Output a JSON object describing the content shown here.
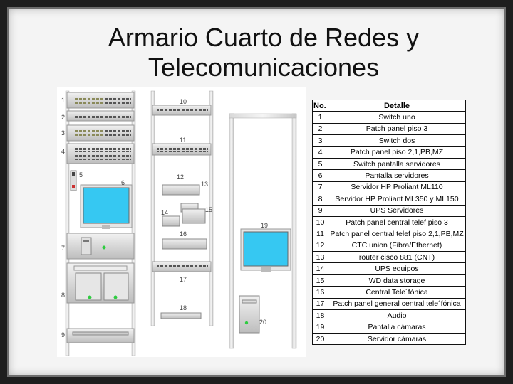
{
  "slide": {
    "title_line1": "Armario Cuarto de Redes y",
    "title_line2": "Telecomunicaciones"
  },
  "rack_labels": [
    "1",
    "2",
    "3",
    "4",
    "5",
    "6",
    "7",
    "8",
    "9",
    "10",
    "11",
    "12",
    "13",
    "14",
    "15",
    "16",
    "17",
    "18",
    "19",
    "20"
  ],
  "legend": {
    "header_no": "No.",
    "header_detail": "Detalle",
    "rows": [
      {
        "no": "1",
        "detail": "Switch uno"
      },
      {
        "no": "2",
        "detail": "Patch panel piso 3"
      },
      {
        "no": "3",
        "detail": "Switch dos"
      },
      {
        "no": "4",
        "detail": "Patch panel piso 2,1,PB,MZ"
      },
      {
        "no": "5",
        "detail": "Switch pantalla servidores"
      },
      {
        "no": "6",
        "detail": "Pantalla servidores"
      },
      {
        "no": "7",
        "detail": "Servidor HP Proliant ML110"
      },
      {
        "no": "8",
        "detail": "Servidor HP Proliant ML350 y ML150"
      },
      {
        "no": "9",
        "detail": "UPS Servidores"
      },
      {
        "no": "10",
        "detail": "Patch panel central telef piso 3"
      },
      {
        "no": "11",
        "detail": "Patch panel central telef piso 2,1,PB,MZ"
      },
      {
        "no": "12",
        "detail": "CTC union (Fibra/Ethernet)"
      },
      {
        "no": "13",
        "detail": "router cisco 881 (CNT)"
      },
      {
        "no": "14",
        "detail": "UPS equipos"
      },
      {
        "no": "15",
        "detail": "WD data storage"
      },
      {
        "no": "16",
        "detail": "Central Tele´fónica"
      },
      {
        "no": "17",
        "detail": "Patch panel general central tele´fónica"
      },
      {
        "no": "18",
        "detail": "Audio"
      },
      {
        "no": "19",
        "detail": "Pantalla cámaras"
      },
      {
        "no": "20",
        "detail": "Servidor cámaras"
      }
    ]
  },
  "colors": {
    "rack_frame": "#c8c8c8",
    "screen": "#36c8f2",
    "led": "#2ecc40",
    "frame": "#1e1e1e"
  }
}
